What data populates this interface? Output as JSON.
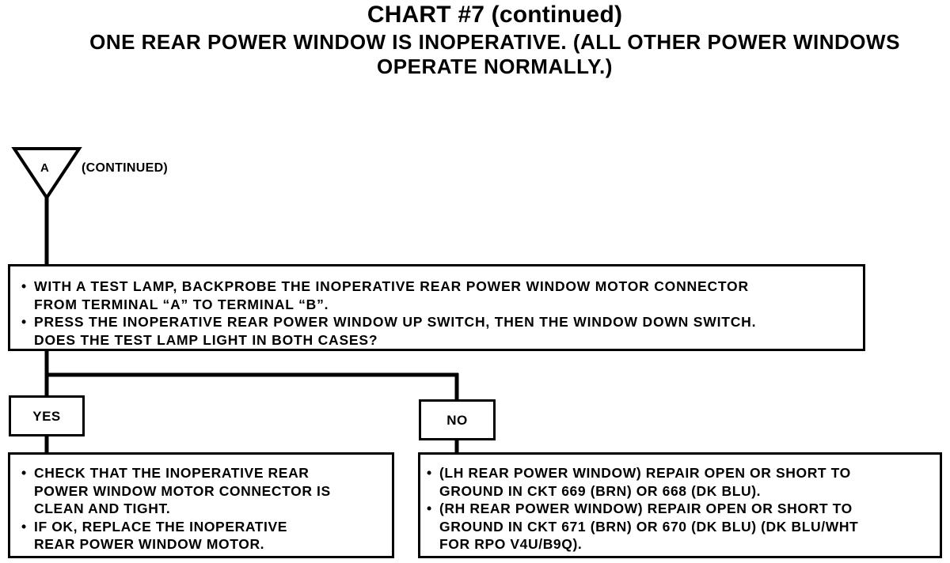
{
  "header": {
    "title": "CHART #7 (continued)",
    "subtitle": "ONE REAR POWER WINDOW IS INOPERATIVE. (ALL OTHER POWER WINDOWS OPERATE NORMALLY.)"
  },
  "connector": {
    "label": "A",
    "note": "(CONTINUED)"
  },
  "question": {
    "steps": [
      "WITH A TEST LAMP, BACKPROBE THE INOPERATIVE REAR POWER WINDOW MOTOR CONNECTOR\nFROM TERMINAL “A” TO TERMINAL “B”.",
      "PRESS THE INOPERATIVE REAR POWER WINDOW UP SWITCH, THEN THE WINDOW DOWN SWITCH.\nDOES THE TEST LAMP LIGHT IN BOTH CASES?"
    ]
  },
  "yes_branch": {
    "label": "YES",
    "steps": [
      "CHECK THAT THE INOPERATIVE REAR\nPOWER WINDOW MOTOR CONNECTOR IS\nCLEAN AND TIGHT.",
      "IF OK, REPLACE THE INOPERATIVE\nREAR POWER WINDOW MOTOR."
    ]
  },
  "no_branch": {
    "label": "NO",
    "steps": [
      "(LH REAR POWER WINDOW) REPAIR OPEN OR SHORT TO\nGROUND IN CKT 669 (BRN) OR 668 (DK BLU).",
      "(RH REAR POWER WINDOW) REPAIR OPEN OR SHORT TO\nGROUND IN CKT 671 (BRN) OR 670 (DK BLU) (DK BLU/WHT\nFOR RPO V4U/B9Q)."
    ]
  },
  "colors": {
    "ink": "#000000",
    "paper": "#ffffff"
  }
}
